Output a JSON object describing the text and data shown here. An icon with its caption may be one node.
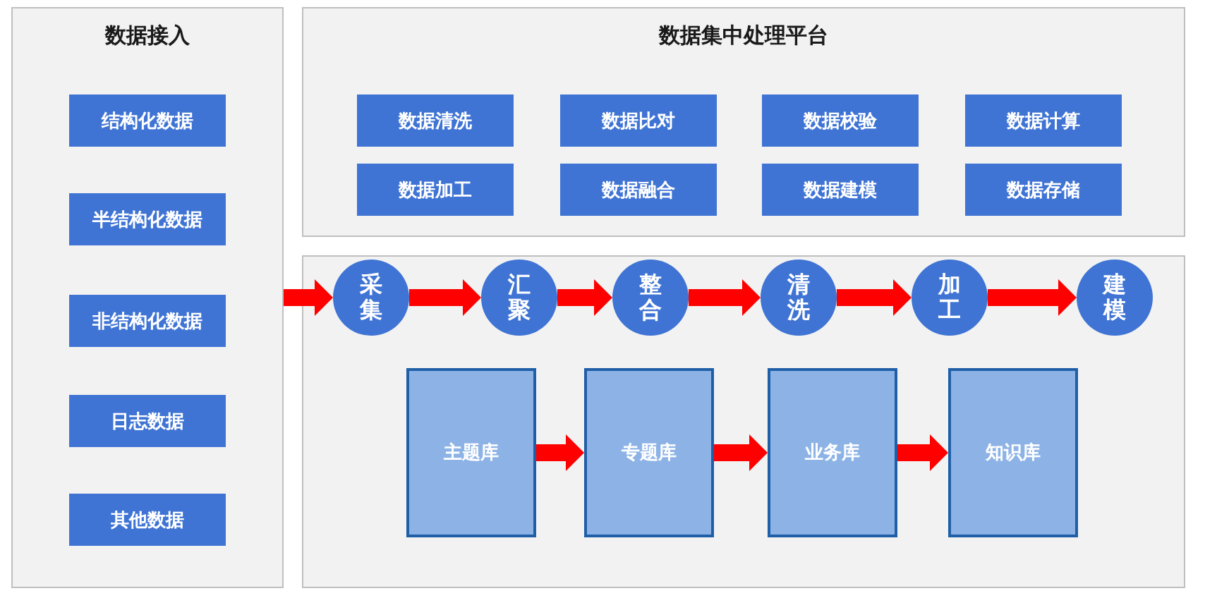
{
  "diagram": {
    "nodes": [
      {
        "text": [
          "数据接入"
        ]
      },
      {
        "text": [
          "结构化数据"
        ],
        "in": 0
      },
      {
        "text": [
          "半结构化数据"
        ],
        "in": 0
      },
      {
        "text": [
          "非结构化数据"
        ],
        "in": 0
      },
      {
        "text": [
          "日志数据"
        ],
        "in": 0
      },
      {
        "text": [
          "其他数据"
        ],
        "in": 0
      },
      {
        "text": [
          "数据集中处理平台"
        ]
      },
      {
        "text": [
          "数据清洗"
        ],
        "in": 6
      },
      {
        "text": [
          "数据比对"
        ],
        "in": 6
      },
      {
        "text": [
          "数据校验"
        ],
        "in": 6
      },
      {
        "text": [
          "数据计算"
        ],
        "in": 6
      },
      {
        "text": [
          "数据加工"
        ],
        "in": 6
      },
      {
        "text": [
          "数据融合"
        ],
        "in": 6
      },
      {
        "text": [
          "数据建模"
        ],
        "in": 6
      },
      {
        "text": [
          "数据存储"
        ],
        "in": 6
      },
      {
        "text": [],
        "shape": "box"
      },
      {
        "text": [
          "采集"
        ],
        "in": 15
      },
      {
        "text": [
          "汇聚"
        ],
        "in": 15
      },
      {
        "text": [
          "整合"
        ],
        "in": 15
      },
      {
        "text": [
          "清洗"
        ],
        "in": 15
      },
      {
        "text": [
          "加工"
        ],
        "in": 15
      },
      {
        "text": [
          "建模"
        ],
        "in": 15
      },
      {
        "text": [
          "主题库"
        ],
        "in": 15
      },
      {
        "text": [
          "专题库"
        ],
        "in": 15
      },
      {
        "text": [
          "业务库"
        ],
        "in": 15
      },
      {
        "text": [
          "知识库"
        ],
        "in": 15
      }
    ],
    "edges": [
      {
        "from": 0,
        "to": 16,
        "arrow": "to",
        "color": "#ff0000"
      },
      {
        "from": 16,
        "to": 17,
        "arrow": "to",
        "color": "#ff0000"
      },
      {
        "from": 17,
        "to": 18,
        "arrow": "to",
        "color": "#ff0000"
      },
      {
        "from": 18,
        "to": 19,
        "arrow": "to",
        "color": "#ff0000"
      },
      {
        "from": 19,
        "to": 20,
        "arrow": "to",
        "color": "#ff0000"
      },
      {
        "from": 20,
        "to": 21,
        "arrow": "to",
        "color": "#ff0000"
      },
      {
        "from": 22,
        "to": 23,
        "arrow": "to",
        "color": "#ff0000"
      },
      {
        "from": 23,
        "to": 24,
        "arrow": "to",
        "color": "#ff0000"
      },
      {
        "from": 24,
        "to": 25,
        "arrow": "to",
        "color": "#ff0000"
      }
    ]
  }
}
